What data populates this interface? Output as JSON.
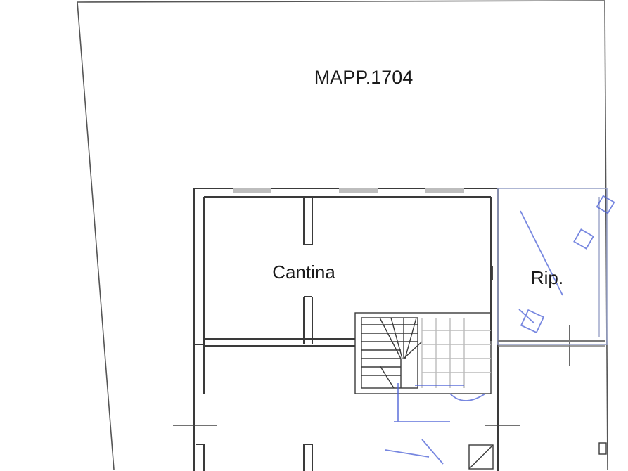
{
  "plan": {
    "parcel_label": "MAPP.1704",
    "rooms": [
      {
        "id": "cantina",
        "label": "Cantina"
      },
      {
        "id": "ripostiglio",
        "label": "Rip."
      }
    ],
    "colors": {
      "walls": "#3a3a3a",
      "background": "#ffffff",
      "annotation_blue": "#4a5fd6"
    }
  }
}
